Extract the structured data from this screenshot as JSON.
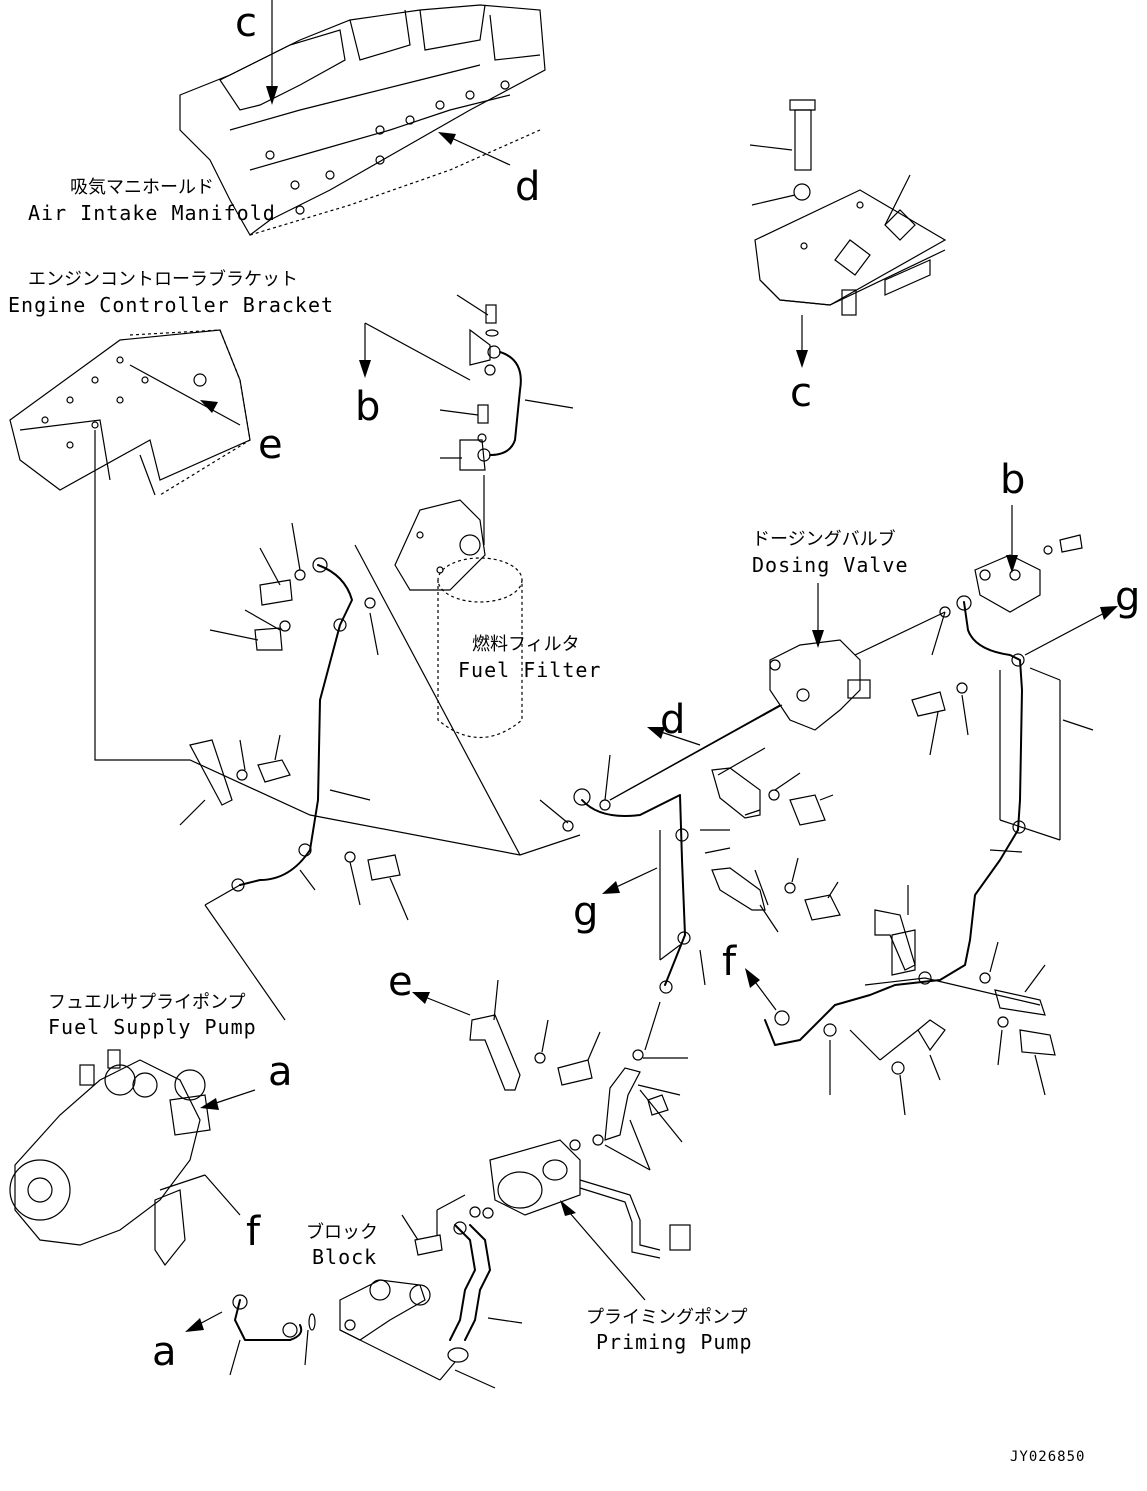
{
  "labels": {
    "air_intake_manifold_jp": "吸気マニホールド",
    "air_intake_manifold_en": "Air Intake Manifold",
    "engine_controller_bracket_jp": "エンジンコントローラブラケット",
    "engine_controller_bracket_en": "Engine Controller Bracket",
    "fuel_filter_jp": "燃料フィルタ",
    "fuel_filter_en": "Fuel Filter",
    "dosing_valve_jp": "ドージングバルブ",
    "dosing_valve_en": "Dosing Valve",
    "fuel_supply_pump_jp": "フュエルサプライポンプ",
    "fuel_supply_pump_en": "Fuel Supply Pump",
    "block_jp": "ブロック",
    "block_en": "Block",
    "priming_pump_jp": "プライミングポンプ",
    "priming_pump_en": "Priming Pump"
  },
  "refs": {
    "a": "a",
    "b": "b",
    "c": "c",
    "d": "d",
    "e": "e",
    "f": "f",
    "g": "g"
  },
  "drawing_code": "JY026850"
}
